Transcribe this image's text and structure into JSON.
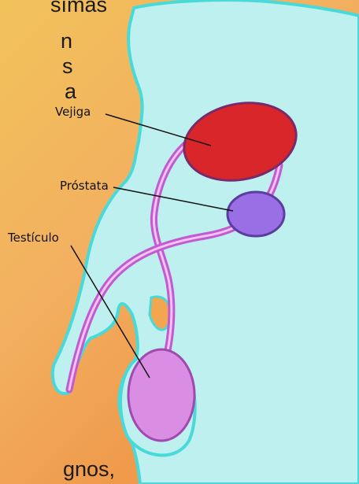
{
  "labels": {
    "bladder": "Vejiga",
    "prostate": "Próstata",
    "testicle": "Testículo"
  },
  "cropped_text_fragments": [
    "sımas",
    "n",
    "s",
    "a",
    "gnos,"
  ],
  "colors": {
    "background_orange": "#f2a650",
    "body_cyan": "#bdf0ee",
    "outline_cyan": "#4ad9d9",
    "bladder_red": "#d9262a",
    "prostate_purple": "#9a6fe6",
    "testicle_pink": "#d98ee3",
    "duct_magenta": "#c25ad0"
  }
}
